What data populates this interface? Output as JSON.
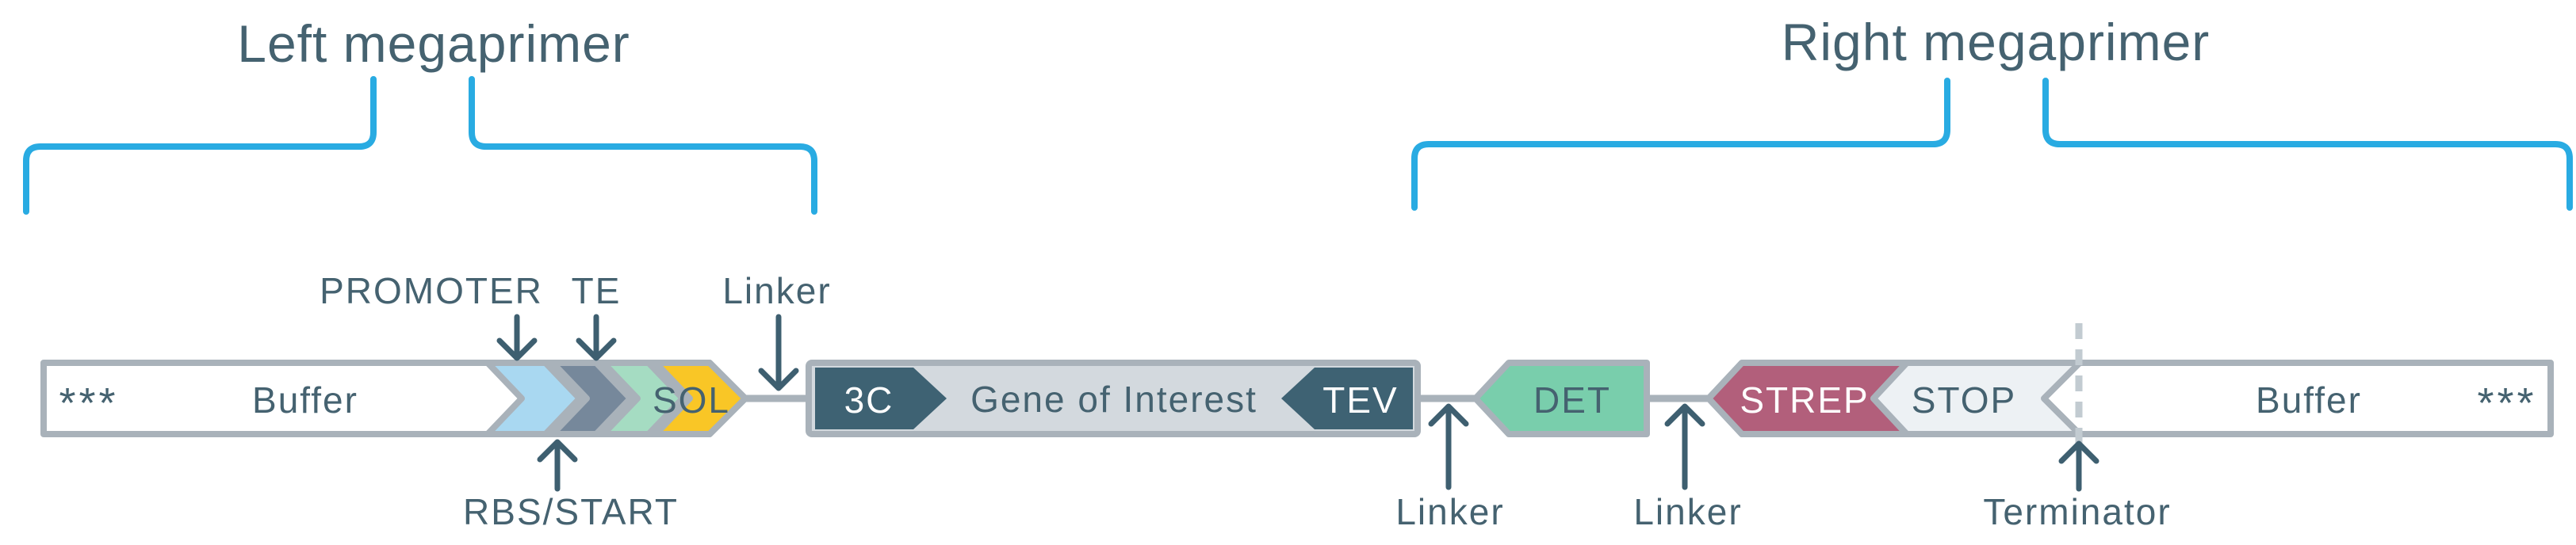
{
  "titles": {
    "left": "Left megaprimer",
    "right": "Right megaprimer"
  },
  "construct": {
    "left_asterisks": "***",
    "left_buffer": "Buffer",
    "sol": "SOL",
    "threeC": "3C",
    "gene_of_interest": "Gene of Interest",
    "tev": "TEV",
    "det": "DET",
    "strep": "STREP",
    "stop": "STOP",
    "right_buffer": "Buffer",
    "right_asterisks": "***"
  },
  "annotations": {
    "promoter": "PROMOTER",
    "te": "TE",
    "linker_top": "Linker",
    "rbs_start": "RBS/START",
    "linker_mid": "Linker",
    "linker_right": "Linker",
    "terminator": "Terminator"
  },
  "colors": {
    "bracket_cyan": "#29ABE2",
    "text_slate": "#456270",
    "outline_gray": "#A9B2BA",
    "gene_bg": "#D3D9DE",
    "protease_dark": "#3E6273",
    "promoter_blue": "#A9D8F1",
    "rbs_slate": "#76889B",
    "te_green": "#A5DCC2",
    "sol_yellow": "#F9C626",
    "det_green": "#79CEAC",
    "strep_rose": "#B25F7B",
    "stop_light": "#EDF1F4",
    "terminator_dash": "#C2CBD1",
    "white": "#FFFFFF"
  }
}
